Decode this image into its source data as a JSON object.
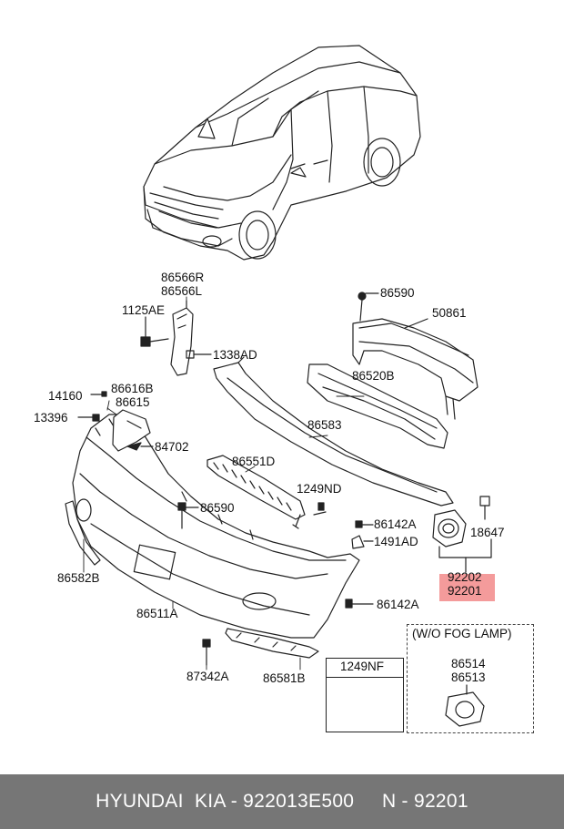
{
  "parts": {
    "p86566R": "86566R",
    "p86566L": "86566L",
    "p1125AE": "1125AE",
    "p1338AD": "1338AD",
    "p86590a": "86590",
    "p50861": "50861",
    "p86520B": "86520B",
    "p14160": "14160",
    "p86616B": "86616B",
    "p86615": "86615",
    "p13396": "13396",
    "p84702": "84702",
    "p86583": "86583",
    "p86551D": "86551D",
    "p1249ND": "1249ND",
    "p86590b": "86590",
    "p86142Aa": "86142A",
    "p1491AD": "1491AD",
    "p18647": "18647",
    "p92202": "92202",
    "p92201": "92201",
    "p86582B": "86582B",
    "p86511A": "86511A",
    "p86142Ab": "86142A",
    "p87342A": "87342A",
    "p86581B": "86581B",
    "p1249NF": "1249NF",
    "wo_fog_lamp": "(W/O FOG LAMP)",
    "p86514": "86514",
    "p86513": "86513"
  },
  "highlight_color": "#f28a8a",
  "footer": {
    "text": "HYUNDAI  KIA - 922013E500     N - 92201"
  }
}
